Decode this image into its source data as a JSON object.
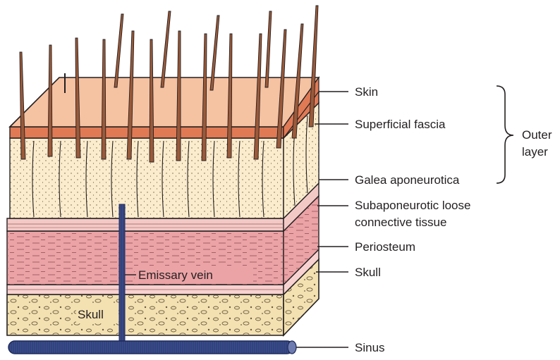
{
  "labels": {
    "skin": "Skin",
    "superficial_fascia": "Superficial fascia",
    "galea": "Galea aponeurotica",
    "subaponeurotic_line1": "Subaponeurotic loose",
    "subaponeurotic_line2": "connective tissue",
    "periosteum": "Periosteum",
    "skull_right": "Skull",
    "sinus": "Sinus",
    "outer_line1": "Outer",
    "outer_line2": "layer",
    "emissary_vein": "Emissary vein",
    "skull_inner": "Skull"
  },
  "colors": {
    "skin_top": "#f5c2a2",
    "skin_edge": "#e07a55",
    "fascia": "#fbeccd",
    "galea": "#f3c9c6",
    "loose_tissue": "#eba3a6",
    "periosteum": "#f7d2d0",
    "bone": "#f3e1b2",
    "hair": "#9b5a3a",
    "vein": "#3b4a86",
    "sinus": "#3a4c8c",
    "line": "#231f20"
  }
}
